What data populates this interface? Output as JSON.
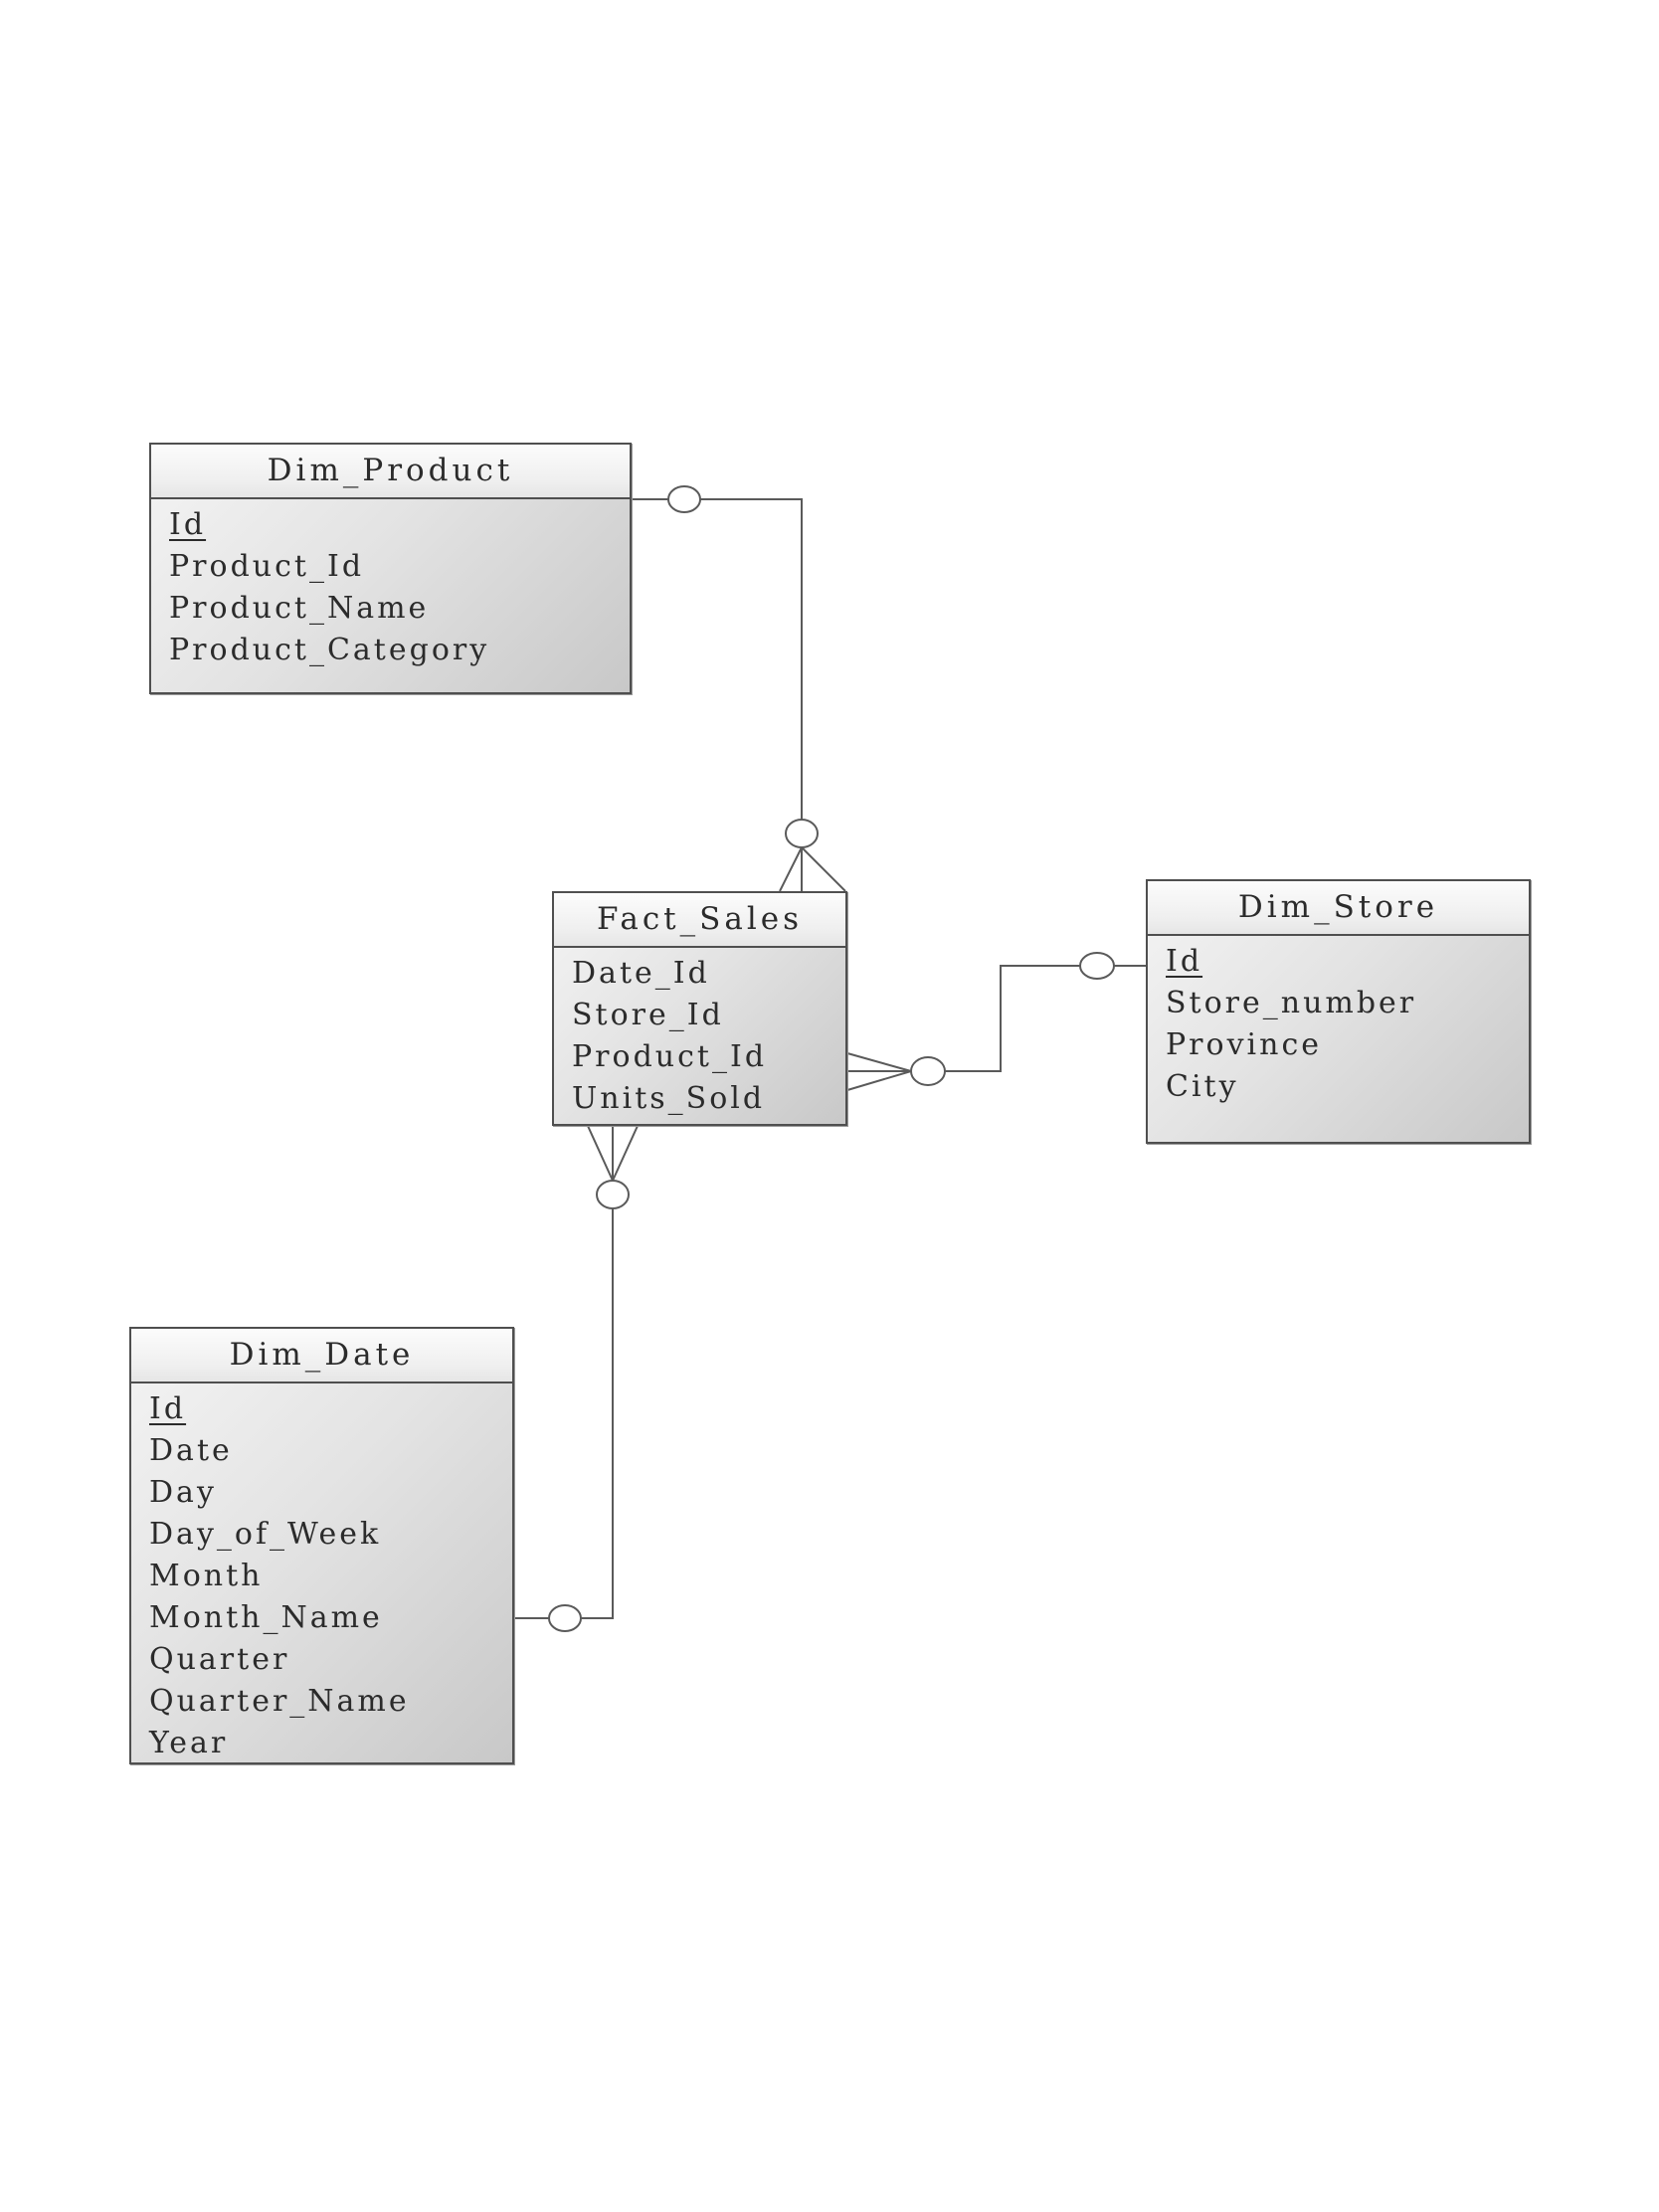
{
  "diagram": {
    "kind": "star-schema-er-diagram",
    "entities": {
      "dim_product": {
        "title": "Dim_Product",
        "primary_key": "Id",
        "fields": [
          "Id",
          "Product_Id",
          "Product_Name",
          "Product_Category"
        ]
      },
      "fact_sales": {
        "title": "Fact_Sales",
        "fields": [
          "Date_Id",
          "Store_Id",
          "Product_Id",
          "Units_Sold"
        ]
      },
      "dim_store": {
        "title": "Dim_Store",
        "primary_key": "Id",
        "fields": [
          "Id",
          "Store_number",
          "Province",
          "City"
        ]
      },
      "dim_date": {
        "title": "Dim_Date",
        "primary_key": "Id",
        "fields": [
          "Id",
          "Date",
          "Day",
          "Day_of_Week",
          "Month",
          "Month_Name",
          "Quarter",
          "Quarter_Name",
          "Year"
        ]
      }
    },
    "relationships": [
      {
        "from": "Dim_Product",
        "to": "Fact_Sales",
        "from_cardinality": "zero-or-one",
        "to_cardinality": "zero-or-many"
      },
      {
        "from": "Dim_Store",
        "to": "Fact_Sales",
        "from_cardinality": "zero-or-one",
        "to_cardinality": "zero-or-many"
      },
      {
        "from": "Dim_Date",
        "to": "Fact_Sales",
        "from_cardinality": "zero-or-one",
        "to_cardinality": "zero-or-many"
      }
    ],
    "colors": {
      "background": "#ffffff",
      "box_border": "#4f4f4f",
      "box_fill_light": "#f4f4f4",
      "box_fill_dark": "#c8c8c8",
      "title_fill": "#fcfcfc",
      "connector_line": "#5a5a5a",
      "text": "#2b2b2b"
    }
  }
}
